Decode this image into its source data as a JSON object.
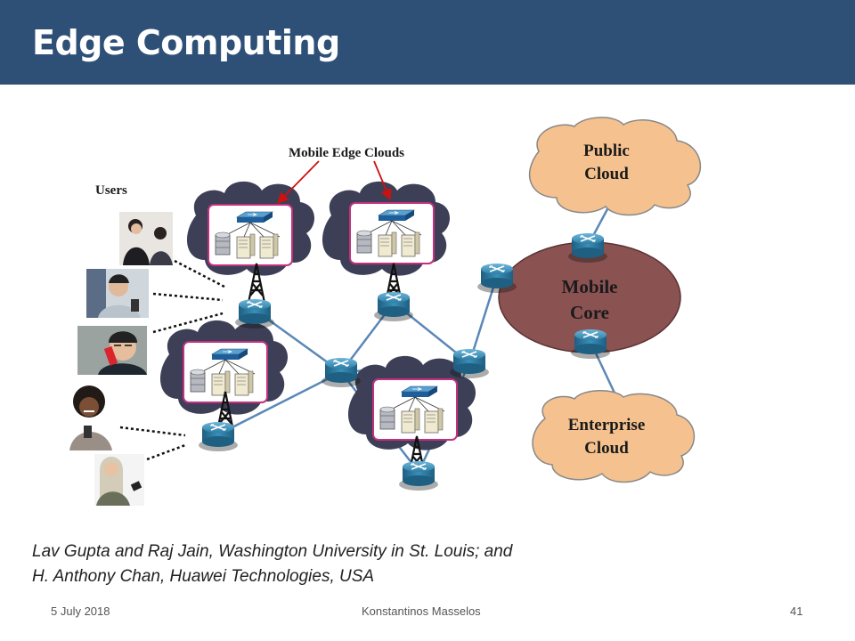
{
  "slide": {
    "title": "Edge Computing",
    "credit_line1": "Lav Gupta and Raj Jain, Washington  University in St. Louis; and",
    "credit_line2": "H. Anthony Chan, Huawei Technologies, USA",
    "footer_date": "5 July 2018",
    "footer_author": "Konstantinos Masselos",
    "footer_page": "41"
  },
  "diagram": {
    "mobile_edge_clouds_label": "Mobile Edge Clouds",
    "users_label": "Users",
    "public_cloud": [
      "Public",
      "Cloud"
    ],
    "mobile_core": [
      "Mobile",
      "Core"
    ],
    "enterprise_cloud": [
      "Enterprise",
      "Cloud"
    ],
    "colors": {
      "header": "#2e5077",
      "cloud_fill": "#f5c28f",
      "core_fill": "#8b5252",
      "router": "#2f7fa7",
      "edge_box_border": "#c2307f",
      "arrow": "#cc1111"
    },
    "icons": [
      "router-icon",
      "cell-tower-icon",
      "server-icon",
      "switch-icon",
      "user-photo-icon"
    ]
  }
}
